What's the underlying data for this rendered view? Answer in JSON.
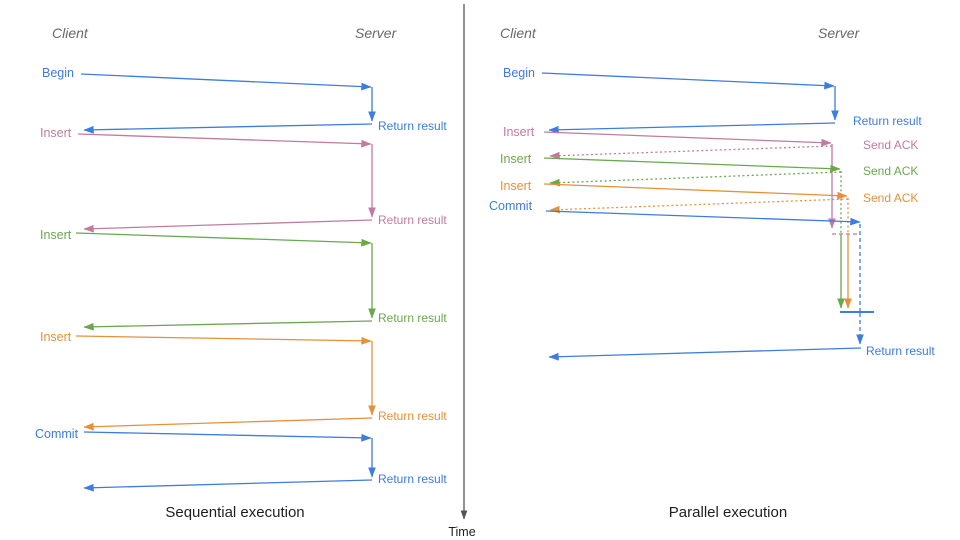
{
  "palette": {
    "blue": "#3d7ce0",
    "pink": "#c27ba0",
    "green": "#6aa84f",
    "orange": "#e69138",
    "header": "#696969",
    "dark": "#1f1f1f",
    "axis": "#555555",
    "bg": "#ffffff"
  },
  "time_axis": {
    "label": "Time"
  },
  "left_panel": {
    "title": "Sequential execution",
    "client_header": "Client",
    "server_header": "Server",
    "operations": [
      {
        "label": "Begin",
        "color": "blue",
        "return_label": "Return result"
      },
      {
        "label": "Insert",
        "color": "pink",
        "return_label": "Return result"
      },
      {
        "label": "Insert",
        "color": "green",
        "return_label": "Return result"
      },
      {
        "label": "Insert",
        "color": "orange",
        "return_label": "Return result"
      },
      {
        "label": "Commit",
        "color": "blue",
        "return_label": "Return result"
      }
    ]
  },
  "right_panel": {
    "title": "Parallel execution",
    "client_header": "Client",
    "server_header": "Server",
    "operations": [
      {
        "label": "Begin",
        "color": "blue",
        "response_label": "Return result"
      },
      {
        "label": "Insert",
        "color": "pink",
        "response_label": "Send ACK"
      },
      {
        "label": "Insert",
        "color": "green",
        "response_label": "Send ACK"
      },
      {
        "label": "Insert",
        "color": "orange",
        "response_label": "Send ACK"
      },
      {
        "label": "Commit",
        "color": "blue",
        "response_label": "Return result"
      }
    ]
  }
}
